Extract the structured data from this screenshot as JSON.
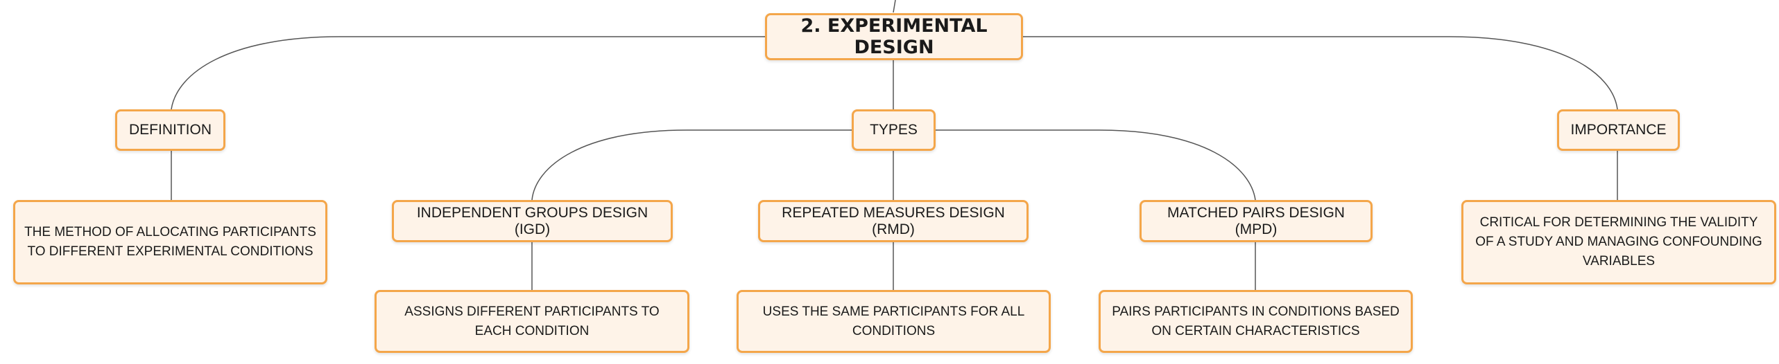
{
  "diagram": {
    "root": {
      "label": "2. EXPERIMENTAL DESIGN"
    },
    "branches": [
      {
        "label": "DEFINITION",
        "detail": "THE METHOD OF ALLOCATING PARTICIPANTS TO DIFFERENT EXPERIMENTAL CONDITIONS"
      },
      {
        "label": "TYPES",
        "children": [
          {
            "label": "INDEPENDENT GROUPS DESIGN (IGD)",
            "detail": "ASSIGNS DIFFERENT PARTICIPANTS TO EACH CONDITION"
          },
          {
            "label": "REPEATED MEASURES DESIGN (RMD)",
            "detail": "USES THE SAME PARTICIPANTS FOR ALL CONDITIONS"
          },
          {
            "label": "MATCHED PAIRS DESIGN (MPD)",
            "detail": "PAIRS PARTICIPANTS IN CONDITIONS BASED ON CERTAIN CHARACTERISTICS"
          }
        ]
      },
      {
        "label": "IMPORTANCE",
        "detail": "CRITICAL FOR DETERMINING THE VALIDITY OF A STUDY AND MANAGING CONFOUNDING VARIABLES"
      }
    ]
  },
  "colors": {
    "node_fill": "#fef3e8",
    "node_border": "#f4a64a",
    "connector": "#555555",
    "text": "#1a1a1a"
  }
}
